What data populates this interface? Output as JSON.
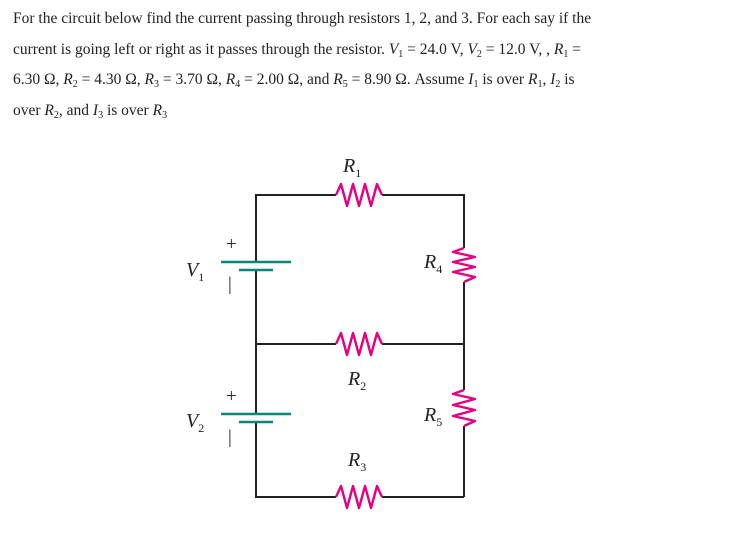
{
  "problem": {
    "lines": [
      [
        {
          "t": "For the circuit below find the current passing through resistors 1, 2, and 3. For each say if the"
        }
      ],
      [
        {
          "t": "current is going left or right as it passes through the resistor.  "
        },
        {
          "i": "V",
          "s": "1"
        },
        {
          "t": " = 24.0 V, "
        },
        {
          "i": "V",
          "s": "2"
        },
        {
          "t": " = 12.0 V, , "
        },
        {
          "i": "R",
          "s": "1"
        },
        {
          "t": " ="
        }
      ],
      [
        {
          "t": "6.30 Ω, "
        },
        {
          "i": "R",
          "s": "2"
        },
        {
          "t": " = 4.30 Ω, "
        },
        {
          "i": "R",
          "s": "3"
        },
        {
          "t": " = 3.70 Ω, "
        },
        {
          "i": "R",
          "s": "4"
        },
        {
          "t": " = 2.00 Ω, and "
        },
        {
          "i": "R",
          "s": "5"
        },
        {
          "t": " = 8.90 Ω.  Assume "
        },
        {
          "i": "I",
          "s": "1"
        },
        {
          "t": " is over "
        },
        {
          "i": "R",
          "s": "1"
        },
        {
          "t": ", "
        },
        {
          "i": "I",
          "s": "2"
        },
        {
          "t": " is"
        }
      ],
      [
        {
          "t": "over "
        },
        {
          "i": "R",
          "s": "2"
        },
        {
          "t": ", and "
        },
        {
          "i": "I",
          "s": "3"
        },
        {
          "t": " is over "
        },
        {
          "i": "R",
          "s": "3"
        }
      ]
    ]
  },
  "circuit": {
    "labels": {
      "R1": {
        "sym": "R",
        "sub": "1"
      },
      "R2": {
        "sym": "R",
        "sub": "2"
      },
      "R3": {
        "sym": "R",
        "sub": "3"
      },
      "R4": {
        "sym": "R",
        "sub": "4"
      },
      "R5": {
        "sym": "R",
        "sub": "5"
      },
      "V1": {
        "sym": "V",
        "sub": "1"
      },
      "V2": {
        "sym": "V",
        "sub": "2"
      }
    },
    "plus_sign": "+",
    "minus_sign": "|",
    "colors": {
      "wire": "#222222",
      "resistor": "#e6007e",
      "battery": "#00897b"
    }
  }
}
